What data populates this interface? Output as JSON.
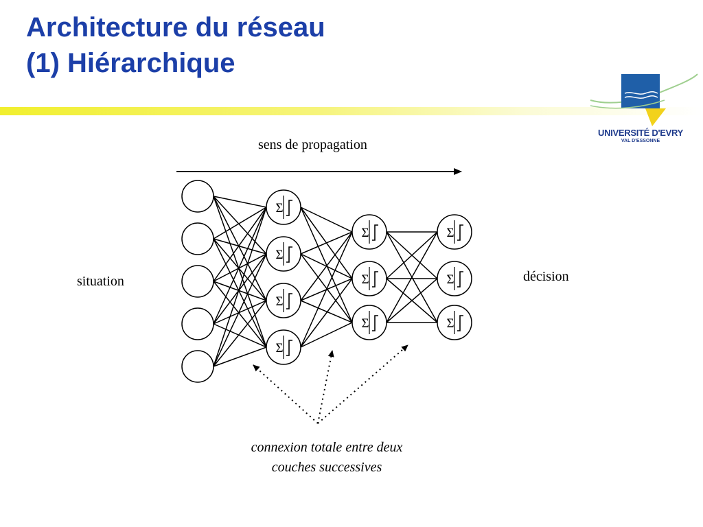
{
  "slide": {
    "title_line1": "Architecture du réseau",
    "title_line2": "(1) Hiérarchique"
  },
  "logo": {
    "name": "UNIVERSITÉ D'EVRY",
    "subtitle": "VAL D'ESSONNE"
  },
  "diagram": {
    "propagation_label": "sens de propagation",
    "input_label": "situation",
    "output_label": "décision",
    "caption_line1": "connexion totale entre deux",
    "caption_line2": "couches successives",
    "neuron_symbol": "Σ",
    "activation_symbol": "ʃ",
    "layers": [
      {
        "name": "input",
        "count": 5,
        "kind": "input"
      },
      {
        "name": "hidden-1",
        "count": 4,
        "kind": "neuron"
      },
      {
        "name": "hidden-2",
        "count": 3,
        "kind": "neuron"
      },
      {
        "name": "output",
        "count": 3,
        "kind": "neuron"
      }
    ],
    "colors": {
      "title": "#1c3fa8",
      "stroke": "#000000",
      "logo_blue": "#1f5fa8",
      "logo_yellow": "#f2d21b",
      "logo_green": "#9fcf8f"
    }
  }
}
